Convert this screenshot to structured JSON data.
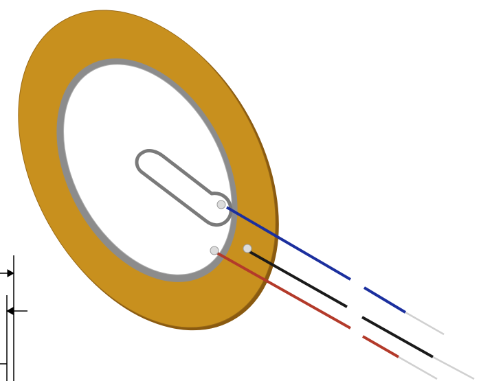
{
  "diagram": {
    "subject": "piezo-transducer",
    "parts": {
      "brass-disc": {
        "color": "#c8901e",
        "edge_color": "#8a5a10"
      },
      "ceramic-layer": {
        "color": "#ffffff",
        "rim_color": "#8c8c8c"
      },
      "feedback-electrode": {
        "outline_color": "#7a7a7a"
      },
      "solder-points": {
        "color": "#d8d8d8",
        "count": 3
      }
    },
    "wires": [
      {
        "id": "blue",
        "color": "#1b2f9e"
      },
      {
        "id": "black",
        "color": "#1a1a1a"
      },
      {
        "id": "red",
        "color": "#b33a2a"
      }
    ],
    "dimension_marks": {
      "color": "#000000"
    }
  }
}
